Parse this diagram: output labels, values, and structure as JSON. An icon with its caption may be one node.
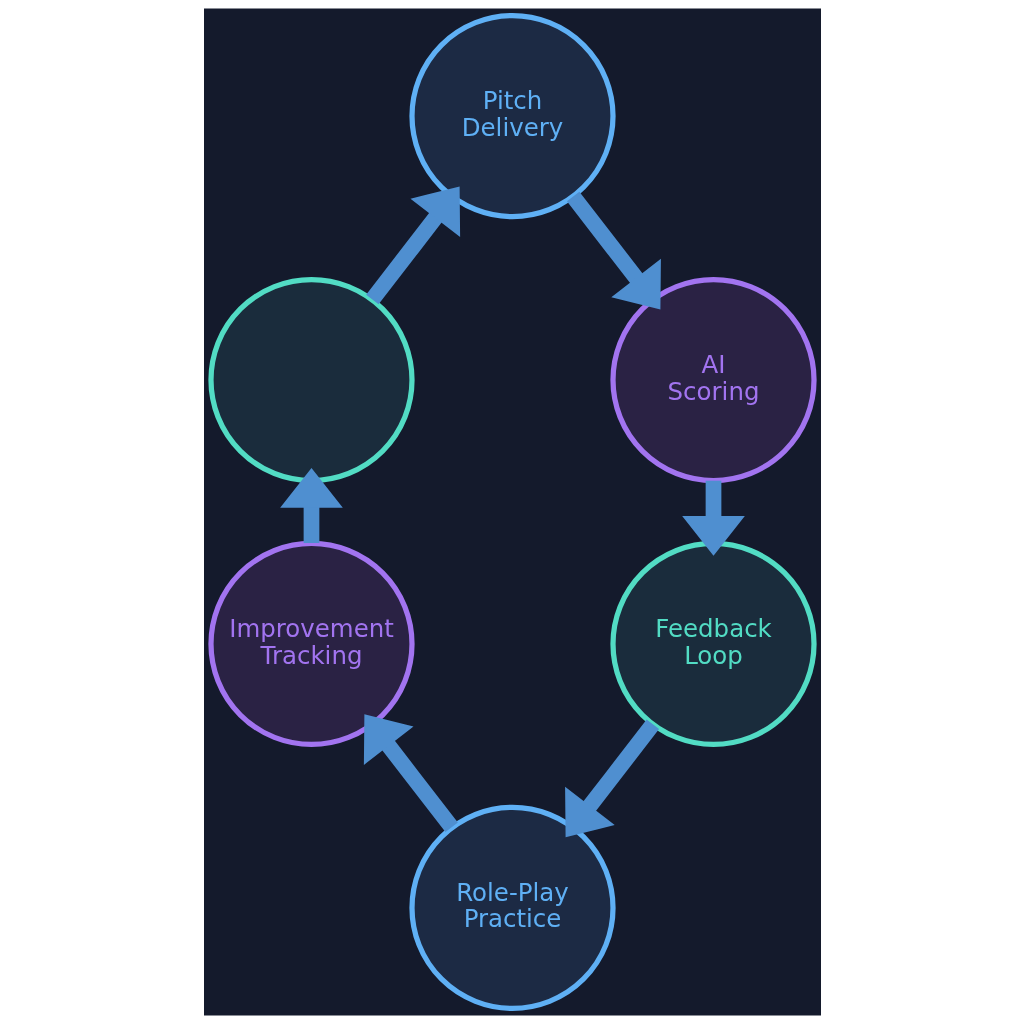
{
  "diagram": {
    "nodes": [
      {
        "text": [
          "Pitch Delivery"
        ]
      },
      {
        "text": [
          "AI Scoring"
        ]
      },
      {
        "text": [
          "Feedback Loop"
        ]
      },
      {
        "text": [
          "Role-Play Practice"
        ]
      },
      {
        "text": [
          "Improvement Tracking"
        ]
      },
      {
        "text": [],
        "shape": "circle"
      }
    ],
    "edges": [
      {
        "from": 0,
        "to": 1,
        "arrow": "to"
      },
      {
        "from": 1,
        "to": 2,
        "arrow": "to"
      },
      {
        "from": 2,
        "to": 3,
        "arrow": "to"
      },
      {
        "from": 3,
        "to": 4,
        "arrow": "to"
      },
      {
        "from": 4,
        "to": 5,
        "arrow": "to"
      },
      {
        "from": 5,
        "to": 0,
        "arrow": "to"
      }
    ]
  }
}
